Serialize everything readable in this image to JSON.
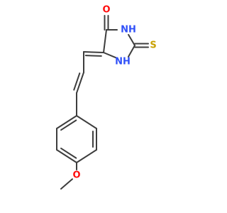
{
  "molecule": {
    "atoms": {
      "O_carbonyl": "O",
      "NH_top": "NH",
      "NH_bottom": "NH",
      "S_thione": "S",
      "O_ether": "O"
    },
    "colors": {
      "bond": "#3d3d3d",
      "oxygen": "#ff0d0d",
      "nitrogen": "#3050f8",
      "sulfur": "#c8a000",
      "background": "#ffffff"
    }
  }
}
